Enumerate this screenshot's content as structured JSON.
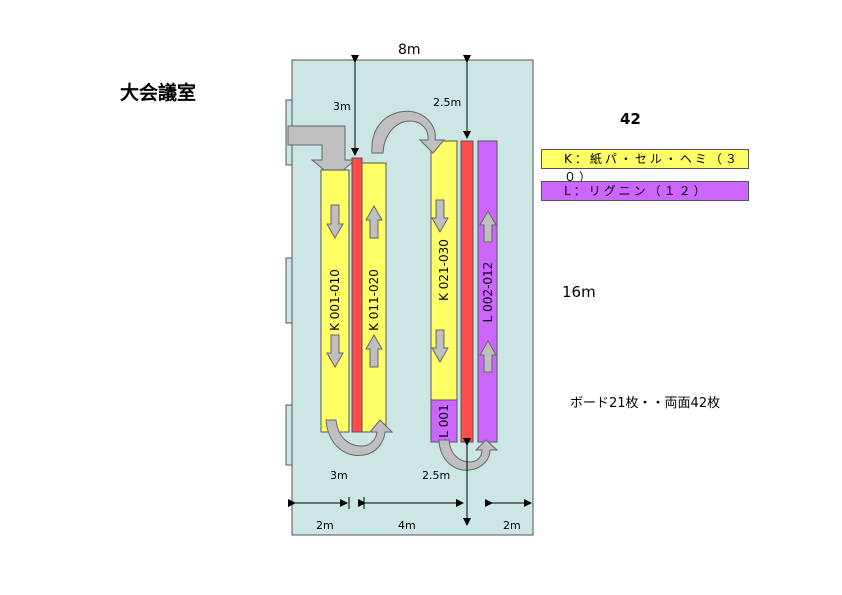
{
  "title": "大会議室",
  "total_count": "42",
  "room": {
    "width_label": "8m",
    "length_label": "16m"
  },
  "legend": {
    "k": {
      "text": "K：紙パ・セル・ヘミ（３０）",
      "color": "#ffff66"
    },
    "l": {
      "text": "L：リグニン（１２）",
      "color": "#cc66ff"
    }
  },
  "note": "ボード21枚・・両面42枚",
  "dimensions": {
    "top_left_gap": "3m",
    "top_right_gap": "2.5m",
    "bottom_left_gap": "3m",
    "bottom_right_gap": "2.5m",
    "left_margin": "2m",
    "center_span": "4m",
    "right_margin": "2m"
  },
  "boards": [
    {
      "id": "K 001-010",
      "type": "K"
    },
    {
      "id": "K 011-020",
      "type": "K"
    },
    {
      "id": "K 021-030",
      "type": "K"
    },
    {
      "id": "L 002-012",
      "type": "L"
    },
    {
      "id": "L 001",
      "type": "L"
    }
  ],
  "colors": {
    "room": "#cce6e6",
    "k_board": "#ffff66",
    "l_board": "#cc66ff",
    "divider": "#ff4d4d",
    "arrow": "#bfbfbf"
  }
}
